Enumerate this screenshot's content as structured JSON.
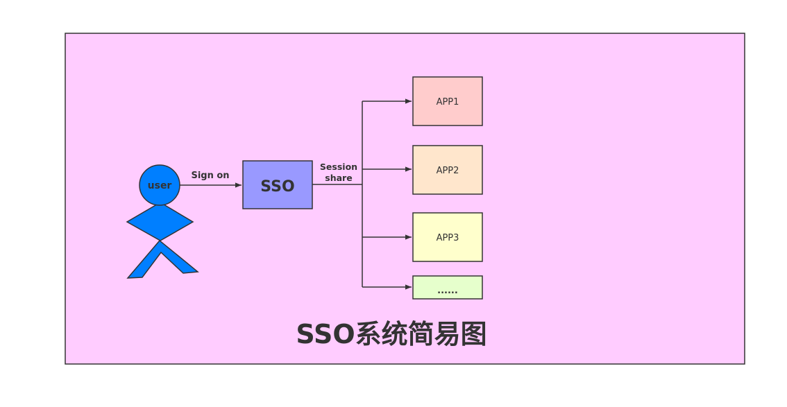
{
  "diagram": {
    "title": "SSO系统简易图",
    "user": {
      "label": "user"
    },
    "edges": {
      "sign_on": "Sign on",
      "session_line1": "Session",
      "session_line2": "share"
    },
    "sso": {
      "label": "SSO"
    },
    "apps": [
      {
        "label": "APP1",
        "fill": "#ffcccc"
      },
      {
        "label": "APP2",
        "fill": "#ffe6cc"
      },
      {
        "label": "APP3",
        "fill": "#ffffcc"
      },
      {
        "label": "......",
        "fill": "#e6ffcc"
      }
    ],
    "colors": {
      "frame_fill": "#ffccff",
      "user_fill": "#007fff",
      "sso_fill": "#9999ff",
      "stroke": "#333333"
    }
  }
}
